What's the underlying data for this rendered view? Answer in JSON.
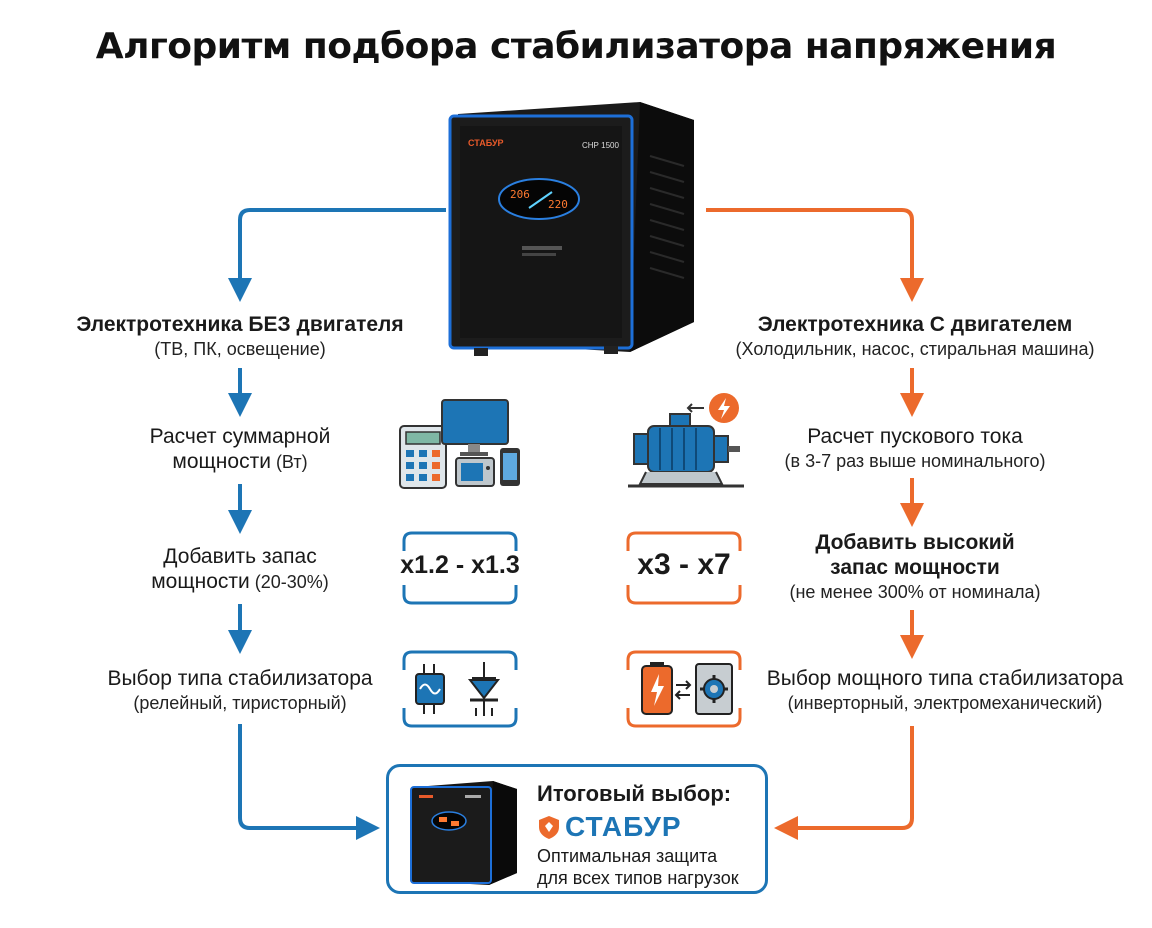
{
  "title": "Алгоритм подбора стабилизатора напряжения",
  "colors": {
    "blue": "#1d75b5",
    "orange": "#ec6a2c",
    "black": "#111111"
  },
  "device": {
    "brand": "СТАБУР",
    "model": "СНР 1500"
  },
  "left": {
    "heading": "Электротехника БЕЗ двигателя",
    "heading_sub": "(ТВ, ПК, освещение)",
    "step1_line1": "Расчет суммарной",
    "step1_line2_bold": "мощности",
    "step1_line2_rest": " (Вт)",
    "step2_line1": "Добавить запас",
    "step2_line2_bold": "мощности",
    "step2_line2_rest": " (20-30%)",
    "step3": "Выбор типа стабилизатора",
    "step3_sub": "(релейный, тиристорный)",
    "multiplier": "x1.2 - x1.3",
    "icons": [
      "calculator-icon",
      "monitor-icon",
      "tv-icon",
      "smartphone-icon",
      "sine-wave-module-icon",
      "thyristor-icon"
    ]
  },
  "right": {
    "heading": "Электротехника С двигателем",
    "heading_sub": "(Холодильник, насос, стиральная машина)",
    "step1": "Расчет пускового тока",
    "step1_sub": "(в 3-7 раз выше номинального)",
    "step2_line1": "Добавить высокий",
    "step2_line2": "запас мощности",
    "step2_sub": "(не менее 300% от номинала)",
    "step3": "Выбор мощного типа стабилизатора",
    "step3_sub": "(инверторный, электромеханический)",
    "multiplier": "x3 - x7",
    "icons": [
      "electric-motor-icon",
      "lightning-icon",
      "battery-icon",
      "gear-icon"
    ]
  },
  "final": {
    "heading": "Итоговый выбор:",
    "brand": "СТАБУР",
    "line1": "Оптимальная защита",
    "line2": "для всех типов нагрузок"
  }
}
